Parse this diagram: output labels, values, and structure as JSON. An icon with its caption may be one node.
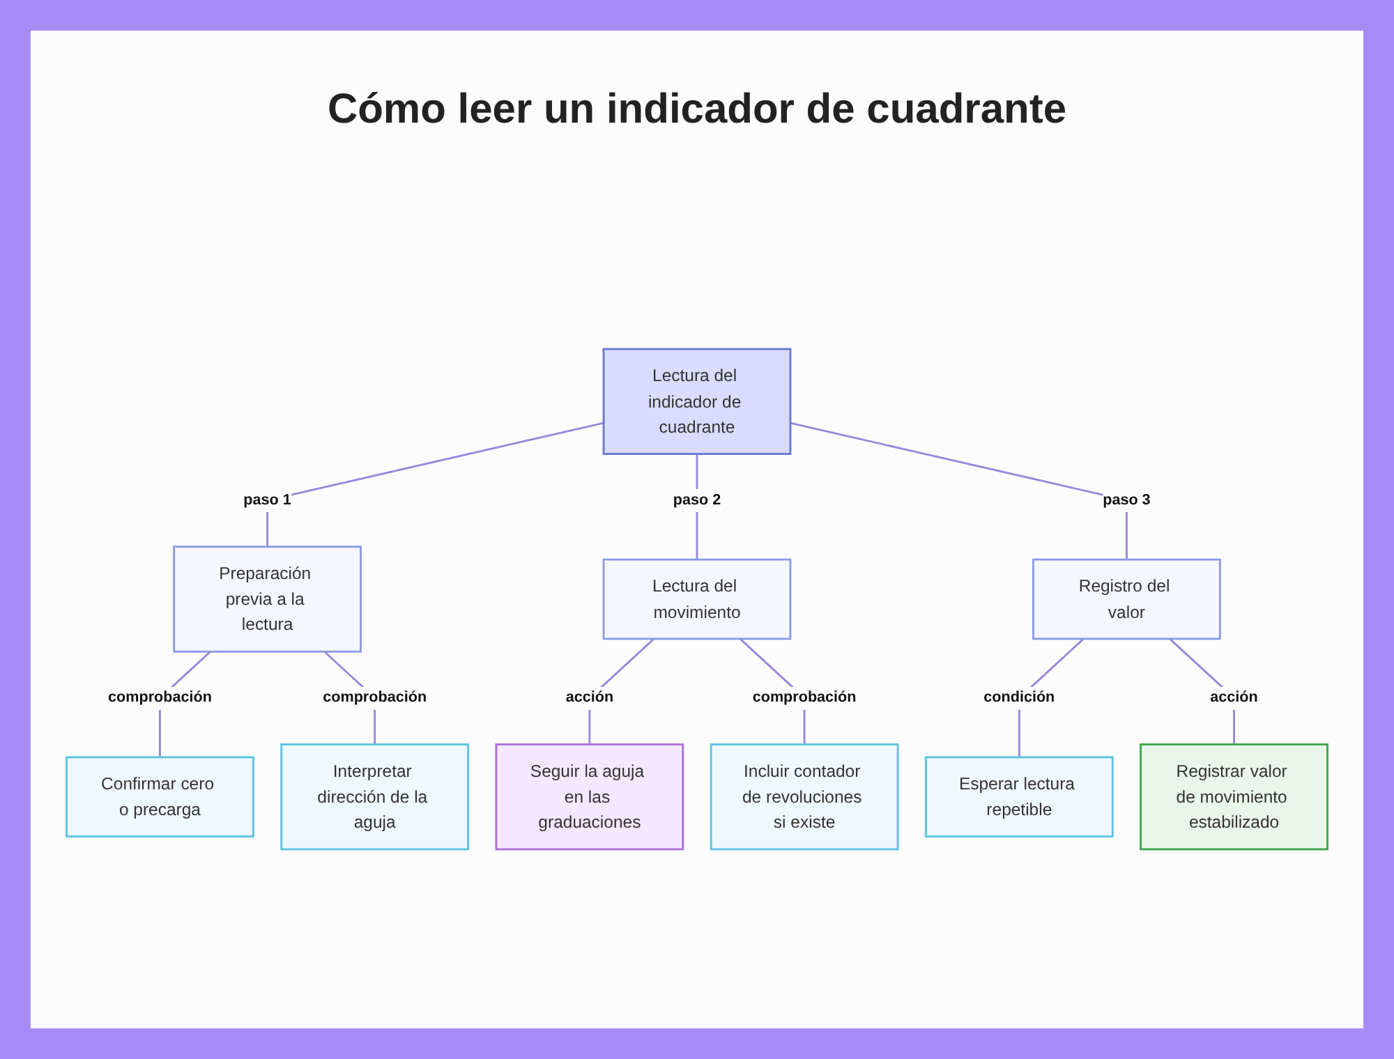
{
  "diagram": {
    "title": "Cómo leer un indicador de cuadrante",
    "nodes": [
      {
        "text": [
          "Lectura del indicador de cuadrante"
        ]
      },
      {
        "text": [
          "Preparación previa a la lectura"
        ]
      },
      {
        "text": [
          "Lectura del movimiento"
        ]
      },
      {
        "text": [
          "Registro del valor"
        ]
      },
      {
        "text": [
          "Confirmar cero o precarga"
        ]
      },
      {
        "text": [
          "Interpretar dirección de la aguja"
        ]
      },
      {
        "text": [
          "Seguir la aguja en las graduaciones"
        ]
      },
      {
        "text": [
          "Incluir contador de revoluciones si existe"
        ]
      },
      {
        "text": [
          "Esperar lectura repetible"
        ]
      },
      {
        "text": [
          "Registrar valor de movimiento estabilizado"
        ]
      }
    ],
    "edges": [
      {
        "from": 0,
        "to": 1,
        "arrow": "none",
        "label": "paso 1"
      },
      {
        "from": 0,
        "to": 2,
        "arrow": "none",
        "label": "paso 2"
      },
      {
        "from": 0,
        "to": 3,
        "arrow": "none",
        "label": "paso 3"
      },
      {
        "from": 1,
        "to": 4,
        "arrow": "none",
        "label": "comprobación"
      },
      {
        "from": 1,
        "to": 5,
        "arrow": "none",
        "label": "comprobación"
      },
      {
        "from": 2,
        "to": 6,
        "arrow": "none",
        "label": "acción"
      },
      {
        "from": 2,
        "to": 7,
        "arrow": "none",
        "label": "comprobación"
      },
      {
        "from": 3,
        "to": 8,
        "arrow": "none",
        "label": "condición"
      },
      {
        "from": 3,
        "to": 9,
        "arrow": "none",
        "label": "acción"
      }
    ]
  }
}
